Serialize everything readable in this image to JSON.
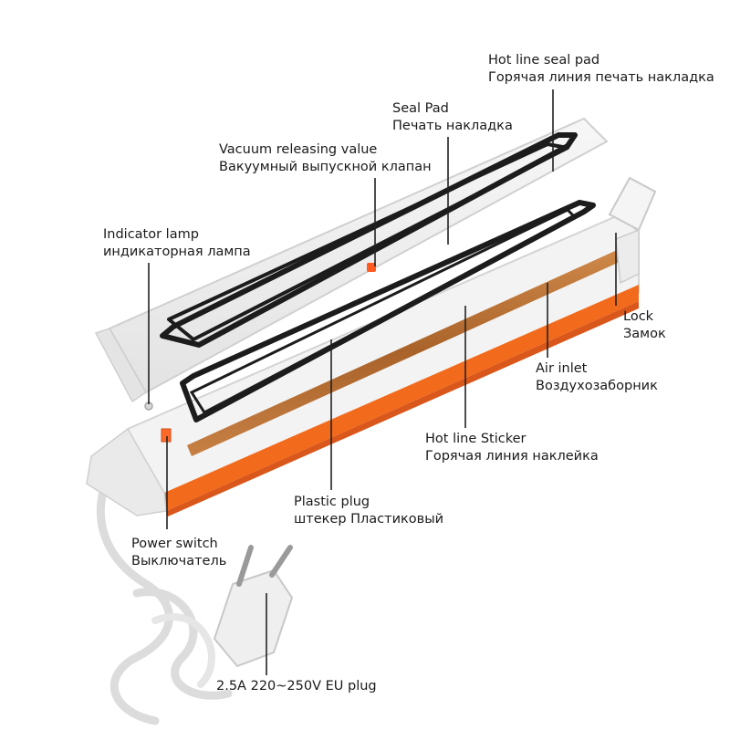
{
  "labels": [
    {
      "id": "hot-line-seal-pad",
      "en": "Hot line seal pad",
      "ru": "Горячая линия печать накладка"
    },
    {
      "id": "seal-pad",
      "en": "Seal Pad",
      "ru": "Печать накладка"
    },
    {
      "id": "vacuum-releasing-value",
      "en": "Vacuum releasing value",
      "ru": "Вакуумный выпускной клапан"
    },
    {
      "id": "indicator-lamp",
      "en": "Indicator lamp",
      "ru": "индикаторная лампа"
    },
    {
      "id": "lock",
      "en": "Lock",
      "ru": "Замок"
    },
    {
      "id": "air-inlet",
      "en": "Air inlet",
      "ru": "Воздухозаборник"
    },
    {
      "id": "hot-line-sticker",
      "en": "Hot line Sticker",
      "ru": "Горячая линия наклейка"
    },
    {
      "id": "plastic-plug",
      "en": "Plastic plug",
      "ru": "штекер Пластиковый"
    },
    {
      "id": "power-switch",
      "en": "Power switch",
      "ru": "Выключатель"
    },
    {
      "id": "eu-plug",
      "en": "2.5A 220~250V EU plug",
      "ru": ""
    }
  ],
  "colors": {
    "body": "#f2f2f2",
    "body_edge": "#d6d6d6",
    "orange_base": "#f26a1b",
    "gasket": "#1c1c1c",
    "heat_strip": "#b87333",
    "valve": "#ff5a1f",
    "leader": "#222222",
    "cord": "#eeeeee"
  }
}
